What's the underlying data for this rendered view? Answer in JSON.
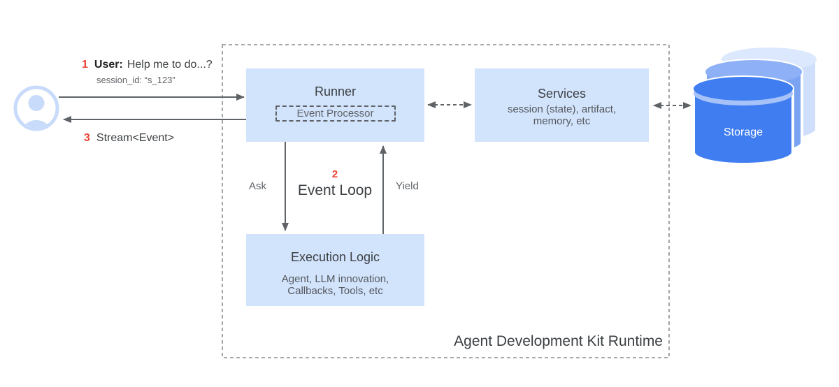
{
  "palette": {
    "box_fill": "#d2e3fc",
    "title_text": "#3c4043",
    "secondary_text": "#5f6368",
    "accent_red": "#ea4335",
    "arrow_gray": "#5f6368",
    "runtime_border_gray": "#8a8f94",
    "storage_front_blue": "#3f7df0",
    "storage_front_rim": "#a6c2f9",
    "storage_middle_blue": "#7aa3f2",
    "storage_middle_top": "#8db0f6",
    "storage_back_blue": "#cfdffb",
    "storage_back_top": "#dce8fd",
    "user_icon_blue": "#c8dbfa"
  },
  "icons": {
    "user": "user-avatar-icon",
    "storage": "database-stack-icon"
  },
  "annotations": {
    "step1": {
      "number": "1",
      "speaker": "User:",
      "message": "Help me to do...?"
    },
    "session_id": "session_id: “s_123”",
    "step3": {
      "number": "3",
      "message": "Stream<Event>"
    },
    "event_loop": {
      "number": "2",
      "label": "Event Loop"
    },
    "ask_label": "Ask",
    "yield_label": "Yield"
  },
  "nodes": {
    "runner": {
      "title": "Runner",
      "subcomponent": "Event Processor"
    },
    "services": {
      "title": "Services",
      "description_line1": "session (state), artifact,",
      "description_line2": "memory, etc"
    },
    "execution_logic": {
      "title": "Execution Logic",
      "description_line1": "Agent, LLM innovation,",
      "description_line2": "Callbacks, Tools, etc"
    },
    "storage": {
      "label": "Storage"
    }
  },
  "runtime_container": {
    "label": "Agent Development Kit Runtime"
  }
}
